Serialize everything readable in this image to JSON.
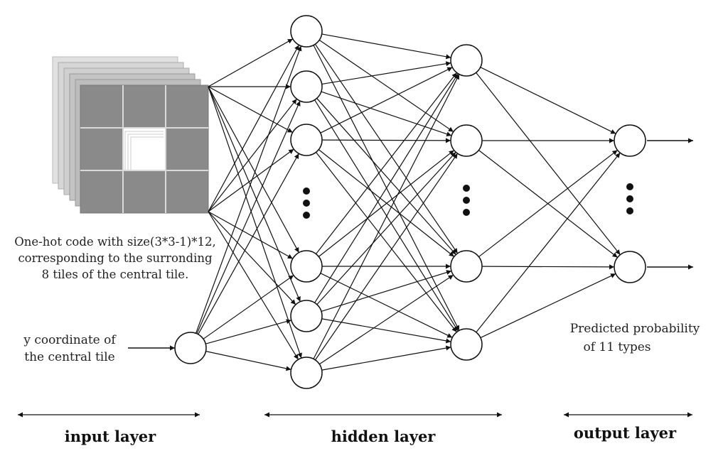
{
  "input_description": {
    "line1": "One-hot code with size(3*3-1)*12,",
    "line2": "corresponding to the surronding",
    "line3": "8 tiles of the central tile."
  },
  "y_input": {
    "line1": "y coordinate of",
    "line2": "the central tile"
  },
  "output_description": {
    "line1": "Predicted probability",
    "line2": "of 11 types"
  },
  "layers": {
    "input": "input layer",
    "hidden": "hidden layer",
    "output": "output layer"
  }
}
